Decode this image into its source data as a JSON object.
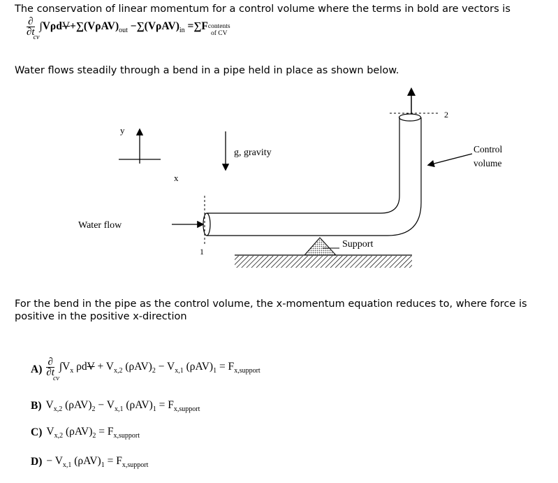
{
  "intro_text": "The conservation of linear momentum for a control volume where the terms in bold are vectors is",
  "main_equation": {
    "partial": "∂",
    "partial_t": "∂t",
    "cv_sub": "cv",
    "integral_term": "∫Vρd",
    "volume_symbol": "V",
    "sum1": "+∑(VρAV)",
    "out_sub": "out",
    "sum2": "−∑(VρAV)",
    "in_sub": "in",
    "equals": "=∑F",
    "contents_line1": "contents",
    "contents_line2": "of CV"
  },
  "setup_text": "Water flows steadily through a bend in a pipe held in place as shown below.",
  "diagram": {
    "axis_y": "y",
    "axis_x": "x",
    "gravity": "g, gravity",
    "control_volume_line1": "Control",
    "control_volume_line2": "volume",
    "water_flow": "Water flow",
    "support": "Support",
    "section_1": "1",
    "section_2": "2"
  },
  "question_text": "For the bend in the pipe as the control volume, the x-momentum equation reduces to, where force is positive in the positive x-direction",
  "options": [
    {
      "label": "A)",
      "partial": "∂",
      "partial_t": "∂t",
      "cv_sub": "cv",
      "expr": "∫V",
      "sub_x": "x",
      "mid": " ρd",
      "vol": "V",
      "rest1": " + V",
      "sub_x2": "x,2",
      "rest2": " (ρAV)",
      "sub_2": "2",
      "rest3": " − V",
      "sub_x1": "x,1",
      "rest4": " (ρAV)",
      "sub_1": "1",
      "rest5": " = F",
      "sub_support": "x,support"
    },
    {
      "label": "B)",
      "p1": "V",
      "s1": "x,2",
      "p2": " (ρAV)",
      "s2": "2",
      "p3": " − V",
      "s3": "x,1",
      "p4": " (ρAV)",
      "s4": "1",
      "p5": " = F",
      "s5": "x,support"
    },
    {
      "label": "C)",
      "p1": "V",
      "s1": "x,2",
      "p2": " (ρAV)",
      "s2": "2",
      "p3": " = F",
      "s3": "x,support"
    },
    {
      "label": "D)",
      "p1": "− V",
      "s1": "x,1",
      "p2": " (ρAV)",
      "s2": "1",
      "p3": " = F",
      "s3": "x,support"
    }
  ]
}
